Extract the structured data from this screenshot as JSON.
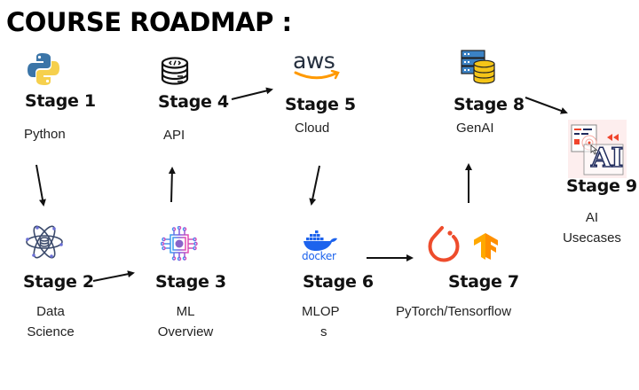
{
  "title": "COURSE ROADMAP :",
  "stages": [
    {
      "label": "Stage 1",
      "desc": [
        "Python"
      ],
      "icon": "python-logo-icon"
    },
    {
      "label": "Stage 2",
      "desc": [
        "Data",
        "Science"
      ],
      "icon": "atom-database-icon"
    },
    {
      "label": "Stage 3",
      "desc": [
        "ML",
        "Overview"
      ],
      "icon": "ai-chip-brain-icon"
    },
    {
      "label": "Stage 4",
      "desc": [
        "API"
      ],
      "icon": "api-database-icon"
    },
    {
      "label": "Stage 5",
      "desc": [
        "Cloud"
      ],
      "icon": "aws-logo-icon"
    },
    {
      "label": "Stage 6",
      "desc": [
        "MLOP",
        "s"
      ],
      "icon": "docker-logo-icon"
    },
    {
      "label": "Stage 7",
      "desc": [
        "PyTorch/Tensorflow"
      ],
      "icon": "pytorch-tensorflow-icon"
    },
    {
      "label": "Stage 8",
      "desc": [
        "GenAI"
      ],
      "icon": "server-database-icon"
    },
    {
      "label": "Stage 9",
      "desc": [
        "AI",
        "Usecases"
      ],
      "icon": "ai-usecase-icon"
    }
  ],
  "icon_text": {
    "aws": "aws",
    "docker": "docker",
    "ai": "AI"
  },
  "flow": [
    {
      "from": "Stage 1",
      "to": "Stage 2"
    },
    {
      "from": "Stage 2",
      "to": "Stage 3"
    },
    {
      "from": "Stage 3",
      "to": "Stage 4"
    },
    {
      "from": "Stage 4",
      "to": "Stage 5"
    },
    {
      "from": "Stage 5",
      "to": "Stage 6"
    },
    {
      "from": "Stage 6",
      "to": "Stage 7"
    },
    {
      "from": "Stage 7",
      "to": "Stage 8"
    },
    {
      "from": "Stage 8",
      "to": "Stage 9"
    }
  ],
  "colors": {
    "python_blue": "#3b75a8",
    "python_yellow": "#f6d04d",
    "aws_text": "#252f3e",
    "aws_orange": "#ff9900",
    "docker_blue": "#1d63ed",
    "pytorch_red": "#ee4c2c",
    "tensorflow_orange": "#ff8f00",
    "db_yellow": "#f5c518",
    "server_blue": "#3b82c4",
    "ai_red": "#f0442c",
    "ai_navy": "#1f2a5c"
  }
}
